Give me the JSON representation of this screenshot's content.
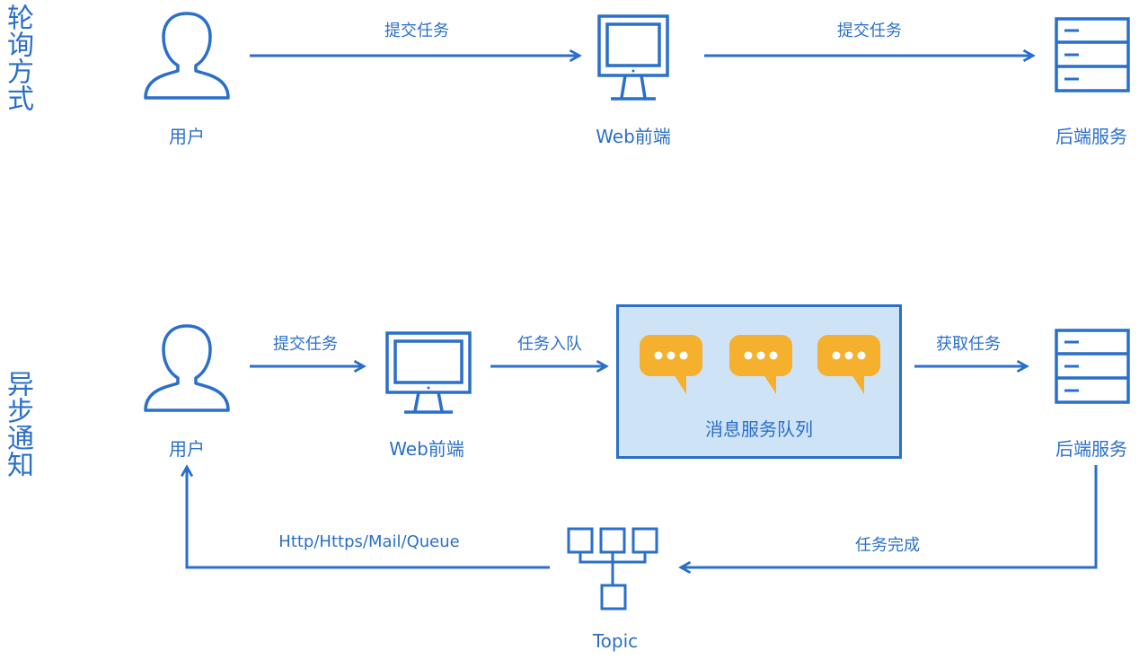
{
  "polling": {
    "title": "轮询方式",
    "user_label": "用户",
    "web_label": "Web前端",
    "backend_label": "后端服务",
    "edge_submit_1": "提交任务",
    "edge_submit_2": "提交任务"
  },
  "async": {
    "title": "异步通知",
    "user_label": "用户",
    "web_label": "Web前端",
    "queue_label": "消息服务队列",
    "backend_label": "后端服务",
    "topic_label": "Topic",
    "edge_submit": "提交任务",
    "edge_enqueue": "任务入队",
    "edge_fetch": "获取任务",
    "edge_done": "任务完成",
    "edge_notify": "Http/Https/Mail/Queue"
  },
  "colors": {
    "line": "#2a6fc9",
    "queue_fill": "#cfe3f7",
    "bubble": "#f5b02e"
  },
  "icons": [
    "user-icon",
    "monitor-icon",
    "server-icon",
    "chat-bubble-icon",
    "topic-tree-icon"
  ]
}
